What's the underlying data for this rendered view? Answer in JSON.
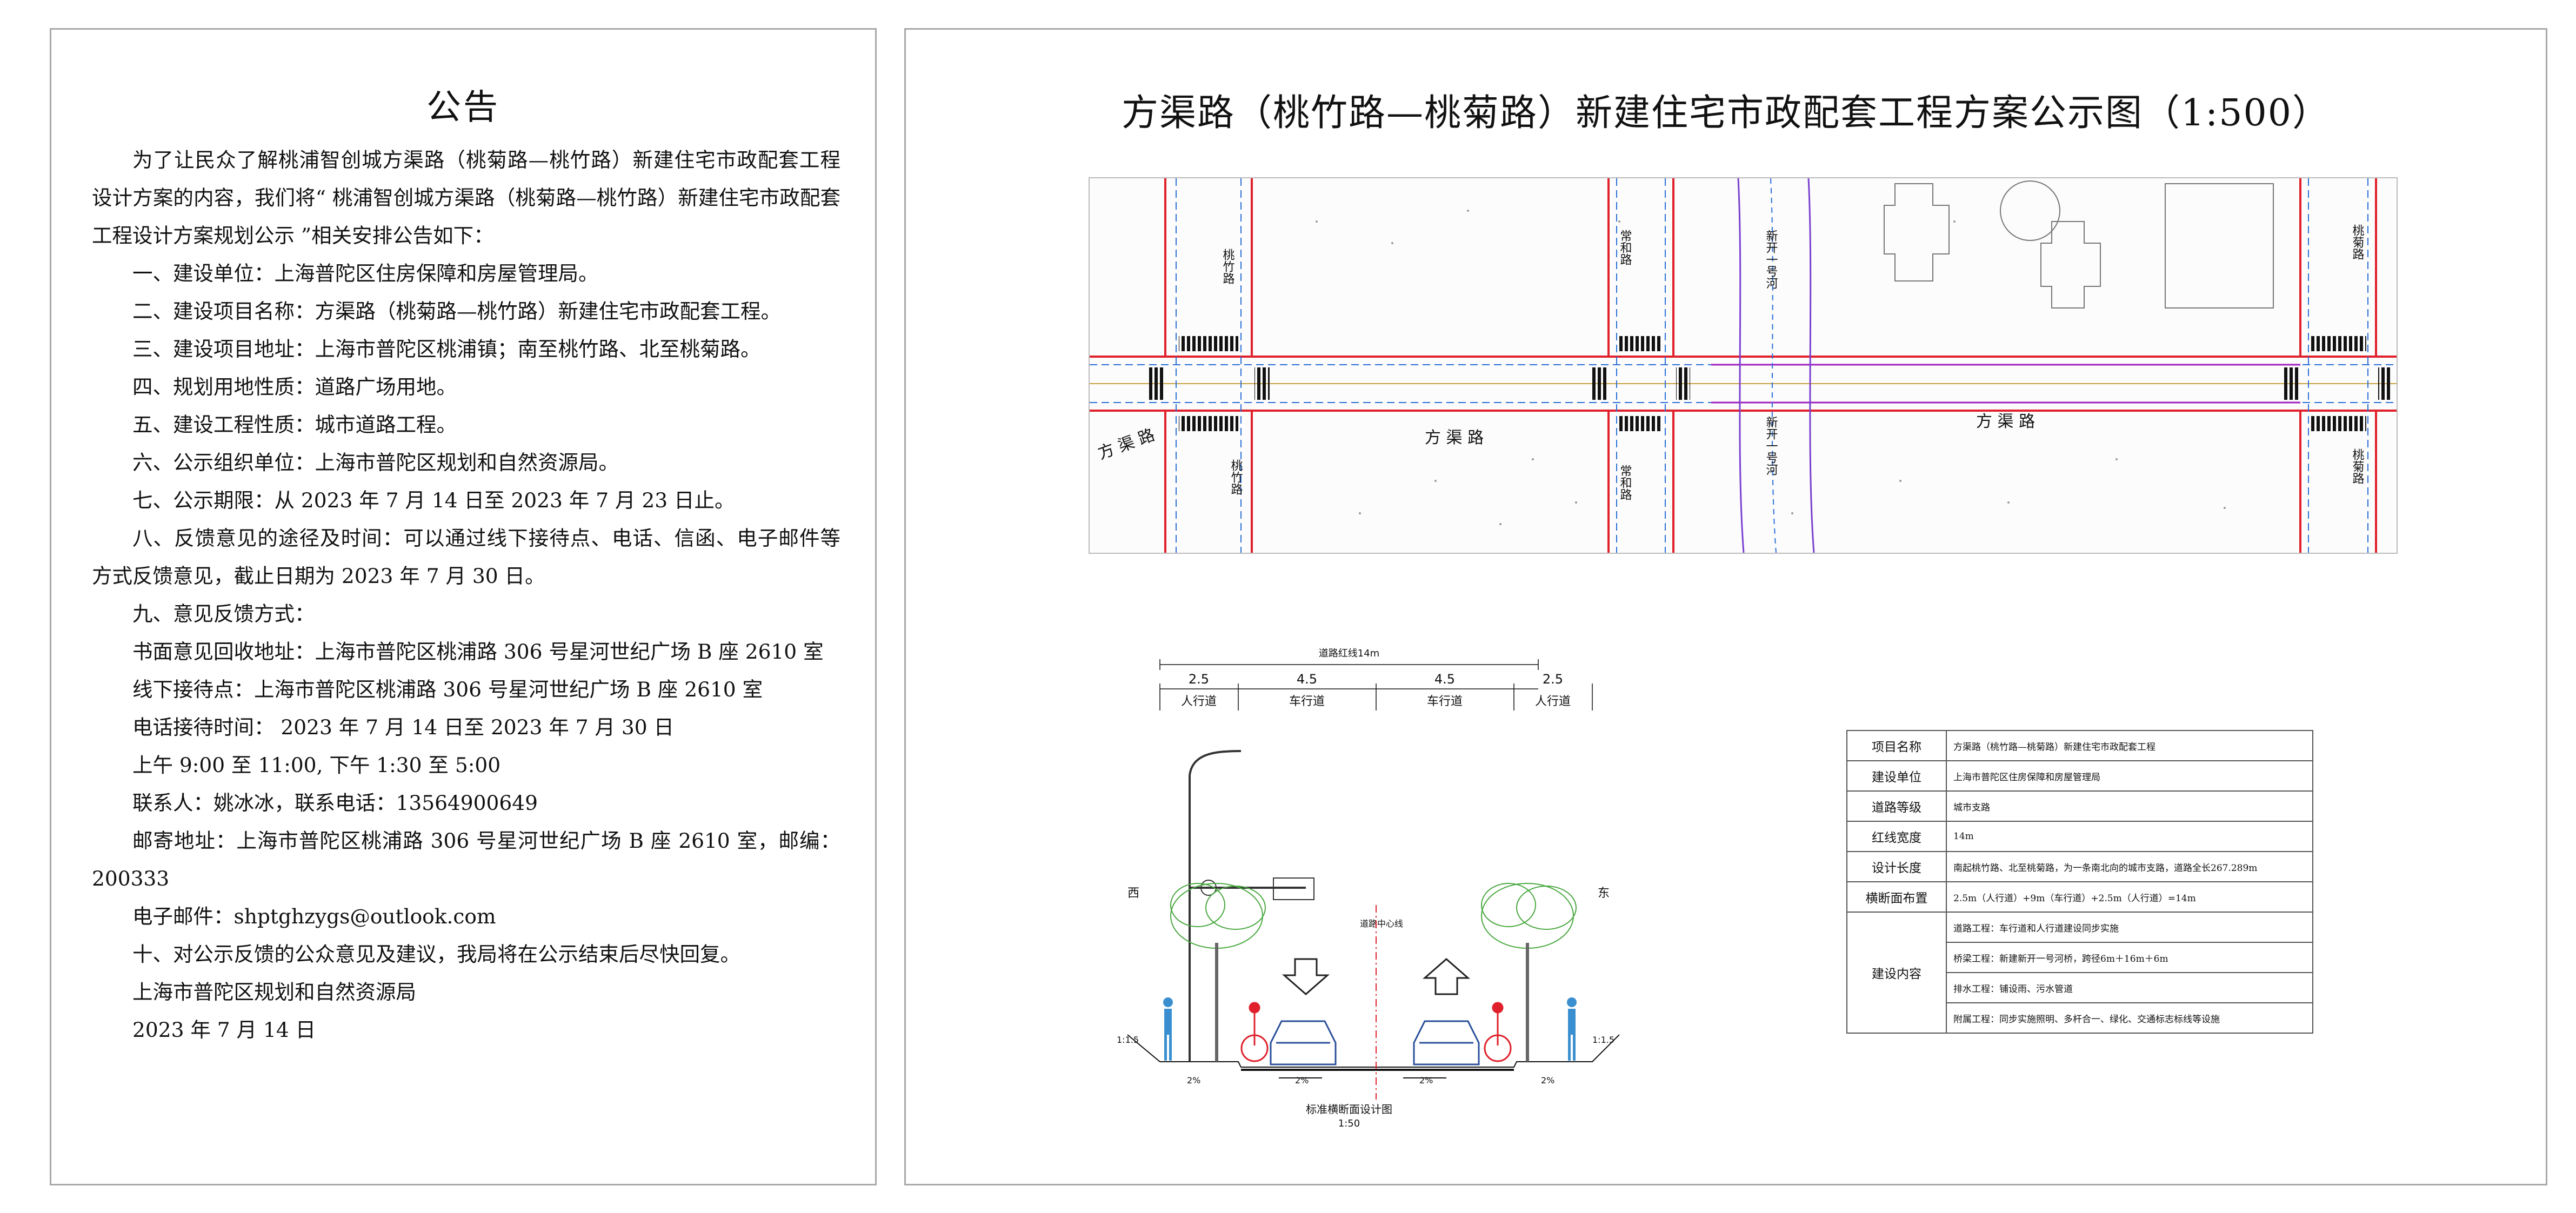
{
  "notice": {
    "title": "公告",
    "paragraphs": [
      "为了让民众了解桃浦智创城方渠路（桃菊路—桃竹路）新建住宅市政配套工程设计方案的内容，我们将“ 桃浦智创城方渠路（桃菊路—桃竹路）新建住宅市政配套工程设计方案规划公示 ”相关安排公告如下：",
      "一、建设单位：上海普陀区住房保障和房屋管理局。",
      "二、建设项目名称：方渠路（桃菊路—桃竹路）新建住宅市政配套工程。",
      "三、建设项目地址：上海市普陀区桃浦镇；南至桃竹路、北至桃菊路。",
      "四、规划用地性质：道路广场用地。",
      "五、建设工程性质：城市道路工程。",
      "六、公示组织单位：上海市普陀区规划和自然资源局。",
      "七、公示期限：从 2023 年 7 月 14 日至 2023 年 7 月 23 日止。",
      "八、反馈意见的途径及时间：可以通过线下接待点、电话、信函、电子邮件等方式反馈意见，截止日期为 2023 年 7 月 30 日。",
      "九、意见反馈方式：",
      "书面意见回收地址：上海市普陀区桃浦路 306 号星河世纪广场 B 座 2610 室",
      "线下接待点：上海市普陀区桃浦路 306 号星河世纪广场 B 座 2610 室",
      "电话接待时间： 2023 年 7 月 14 日至 2023 年 7 月 30 日",
      "上午 9:00 至 11:00, 下午 1:30 至 5:00",
      "联系人：姚冰冰，联系电话：13564900649",
      "邮寄地址：上海市普陀区桃浦路 306 号星河世纪广场 B 座 2610 室，邮编：200333",
      "电子邮件：shptghzygs@outlook.com",
      "十、对公示反馈的公众意见及建议，我局将在公示结束后尽快回复。",
      "上海市普陀区规划和自然资源局",
      "2023 年 7 月 14 日"
    ]
  },
  "drawing": {
    "title": "方渠路（桃竹路—桃菊路）新建住宅市政配套工程方案公示图（1:500）",
    "plan_labels": {
      "road_main": "方 渠 路",
      "road_main_left": "方 渠 路",
      "road_main_right": "方 渠 路",
      "taozhu_top": "桃竹路",
      "taozhu_bottom": "桃竹路",
      "changhe_top": "常和路",
      "changhe_bottom": "常和路",
      "xinkai_top": "新开一号河",
      "xinkai_bottom": "新开一号河",
      "taoju_top": "桃菊路",
      "taoju_bottom": "桃菊路"
    },
    "cross_section": {
      "red_line": "道路红线14m",
      "segments": [
        {
          "width": "2.5",
          "label": "人行道"
        },
        {
          "width": "4.5",
          "label": "车行道"
        },
        {
          "width": "4.5",
          "label": "车行道"
        },
        {
          "width": "2.5",
          "label": "人行道"
        }
      ],
      "west": "西",
      "east": "东",
      "centerline": "道路中心线",
      "slope_left": "1:1.5",
      "slope_right": "1:1.5",
      "slope_pct": "2%",
      "caption": "标准横断面设计图",
      "scale": "1:50"
    },
    "table": [
      {
        "key": "项目名称",
        "value": "方渠路（桃竹路—桃菊路）新建住宅市政配套工程"
      },
      {
        "key": "建设单位",
        "value": "上海市普陀区住房保障和房屋管理局"
      },
      {
        "key": "道路等级",
        "value": "城市支路"
      },
      {
        "key": "红线宽度",
        "value": "14m"
      },
      {
        "key": "设计长度",
        "value": "南起桃竹路、北至桃菊路，为一条南北向的城市支路，道路全长267.289m"
      },
      {
        "key": "横断面布置",
        "value": "2.5m（人行道）+9m（车行道）+2.5m（人行道）=14m"
      }
    ],
    "content_key": "建设内容",
    "content_rows": [
      "道路工程：车行道和人行道建设同步实施",
      "桥梁工程：新建新开一号河桥，跨径6m＋16m＋6m",
      "排水工程：铺设雨、污水管道",
      "附属工程：同步实施照明、多杆合一、绿化、交通标志标线等设施"
    ]
  }
}
